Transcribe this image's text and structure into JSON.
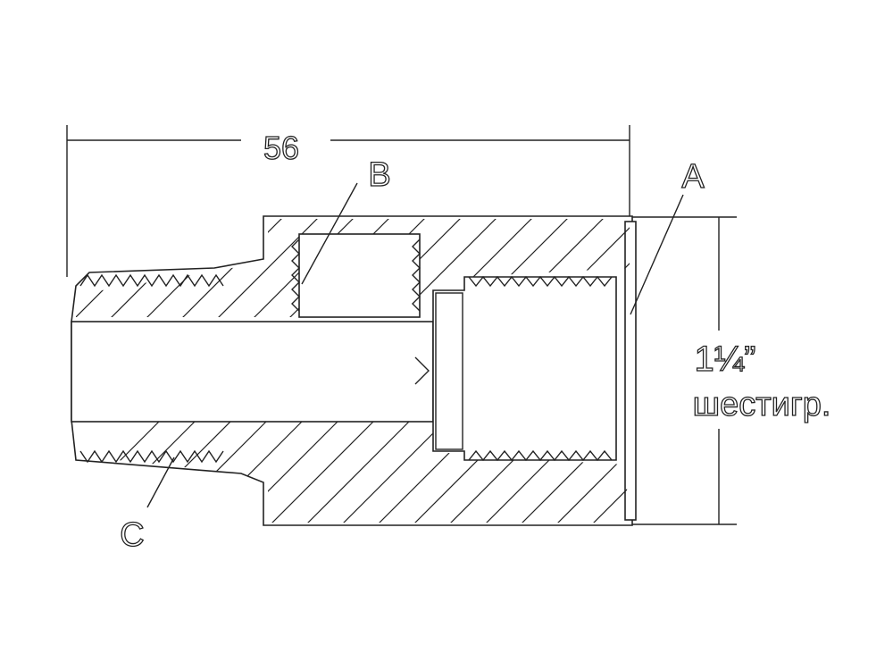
{
  "drawing": {
    "dimension_length": "56",
    "hex_size": "1¼”",
    "hex_note": "шестигр.",
    "callout_a": "A",
    "callout_b": "B",
    "callout_c": "C"
  },
  "colors": {
    "line": "#222222",
    "background": "#ffffff"
  }
}
